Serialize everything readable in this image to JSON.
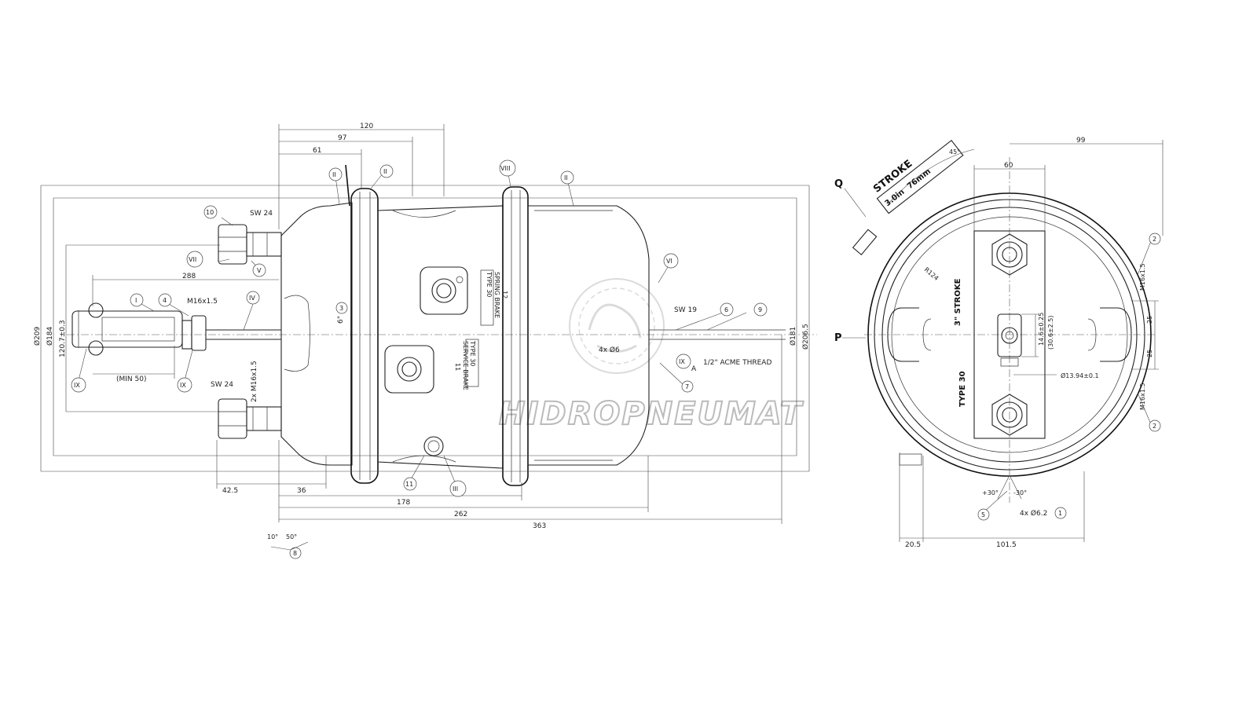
{
  "watermark": "HIDROPNEUMAT",
  "side_view": {
    "dims_top": [
      "120",
      "97",
      "61"
    ],
    "dims_bottom": [
      "42.5",
      "36",
      "178",
      "262",
      "363"
    ],
    "dims_left": [
      "Ø209",
      "Ø184",
      "120.7±0.3"
    ],
    "dims_right": [
      "Ø181",
      "Ø206.5"
    ],
    "dim_288": "288",
    "dim_min50": "(MIN 50)",
    "thread_top": "M16x1.5",
    "thread_bolts": "2x M16x1.5",
    "sw24_top": "SW 24",
    "sw24_bottom": "SW 24",
    "sw19": "SW 19",
    "holes": "4x Ø6",
    "acme": "1/2\" ACME THREAD",
    "angle_6": "6°",
    "angle_10": "10°",
    "angle_50": "50°",
    "label_a": "A",
    "label_p": "P",
    "spring_label": [
      "TYPE 30",
      "SPRING BRAKE",
      "12"
    ],
    "service_label": [
      "TYPE 30",
      "SERVICE BRAKE",
      "11"
    ],
    "callouts": {
      "II_a": "II",
      "II_b": "II",
      "II_c": "II",
      "VIII": "VIII",
      "ten": "10",
      "VII": "VII",
      "V": "V",
      "I": "I",
      "four": "4",
      "IV": "IV",
      "IX_a": "IX",
      "IX_b": "IX",
      "three": "3",
      "VI": "VI",
      "six": "6",
      "nine": "9",
      "IX_c": "IX",
      "seven": "7",
      "eleven": "11",
      "III": "III",
      "eight": "8"
    }
  },
  "end_view": {
    "dim_99": "99",
    "dim_60": "60",
    "dim_45": "45°",
    "stroke_tag": [
      "3.0in",
      "76mm",
      "STROKE"
    ],
    "label_q": "Q",
    "r124": "R124",
    "stroke_text": "3\" STROKE",
    "type_text": "TYPE 30",
    "dim_14_6": "14.6±0.25",
    "dim_30_6": "(30.6±2.5)",
    "dim_13_94": "Ø13.94±0.1",
    "dim_25_a": "25",
    "dim_25_b": "25",
    "thread_a": "M16x1.5",
    "thread_b": "M16x1.5",
    "angle_p30": "+30°",
    "angle_m30": "-30°",
    "holes": "4x Ø6.2",
    "dim_20_5": "20.5",
    "dim_101_5": "101.5",
    "callouts": {
      "two_a": "2",
      "two_b": "2",
      "five": "5",
      "one": "1"
    }
  }
}
